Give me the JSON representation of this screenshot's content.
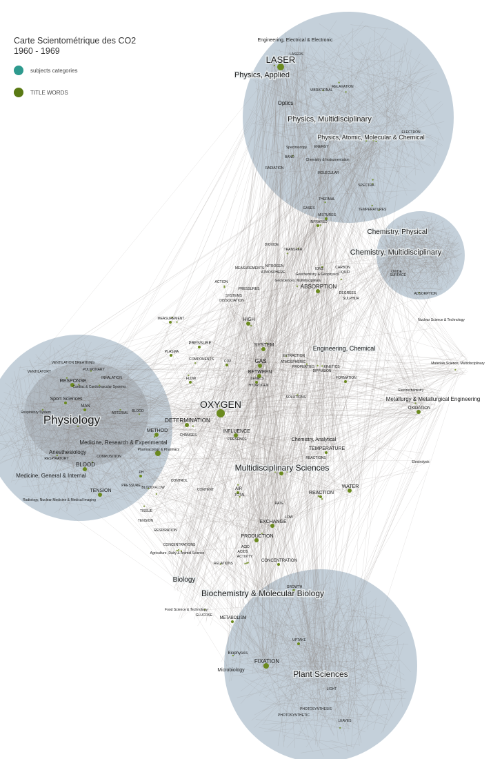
{
  "legend": {
    "title_line1": "Carte Scientométrique des CO2",
    "title_line2": "1960 - 1969",
    "items": [
      {
        "label": "subjects categories",
        "color": "#2e9a8e"
      },
      {
        "label": "TITLE WORDS",
        "color": "#5a7a14"
      }
    ]
  },
  "colors": {
    "cluster_fill": "#b7c6d2",
    "edge": "#8a8580",
    "node": "#6b8a1e"
  },
  "labels": [
    {
      "id": "eng-elec",
      "text": "Engineering, Electrical & Electronic",
      "size": 7
    },
    {
      "id": "lasers",
      "text": "LASERS",
      "size": 5
    },
    {
      "id": "laser",
      "text": "LASER",
      "size": 13
    },
    {
      "id": "phys-applied",
      "text": "Physics, Applied",
      "size": 11
    },
    {
      "id": "vibrational",
      "text": "VIBRATIONAL",
      "size": 5
    },
    {
      "id": "relaxation",
      "text": "RELAXATION",
      "size": 5
    },
    {
      "id": "optics",
      "text": "Optics",
      "size": 8
    },
    {
      "id": "phys-multi",
      "text": "Physics, Multidisciplinary",
      "size": 11
    },
    {
      "id": "electron",
      "text": "ELECTRON",
      "size": 5
    },
    {
      "id": "phys-atomic",
      "text": "Physics, Atomic, Molecular & Chemical",
      "size": 9
    },
    {
      "id": "spectroscopy",
      "text": "Spectroscopy",
      "size": 5
    },
    {
      "id": "energy",
      "text": "ENERGY",
      "size": 5
    },
    {
      "id": "band",
      "text": "BAND",
      "size": 5
    },
    {
      "id": "chem-inst",
      "text": "Chemistry & Instrumentation",
      "size": 5
    },
    {
      "id": "radiation",
      "text": "RADIATION",
      "size": 5
    },
    {
      "id": "molecular",
      "text": "MOLECULAR",
      "size": 5
    },
    {
      "id": "spectra",
      "text": "SPECTRA",
      "size": 5
    },
    {
      "id": "thermal",
      "text": "THERMAL",
      "size": 5
    },
    {
      "id": "gases",
      "text": "GASES",
      "size": 5
    },
    {
      "id": "mixtures",
      "text": "MIXTURES",
      "size": 5
    },
    {
      "id": "temperatures",
      "text": "TEMPERATURES",
      "size": 5
    },
    {
      "id": "infrared",
      "text": "INFRARED",
      "size": 5
    },
    {
      "id": "chem-phys",
      "text": "Chemistry, Physical",
      "size": 10
    },
    {
      "id": "chem-multi",
      "text": "Chemistry, Multidisciplinary",
      "size": 11
    },
    {
      "id": "dioxide",
      "text": "DIOXIDE",
      "size": 5
    },
    {
      "id": "transfer",
      "text": "TRANSFER",
      "size": 5
    },
    {
      "id": "measurements",
      "text": "MEASUREMENTS",
      "size": 5
    },
    {
      "id": "nitrogen",
      "text": "NITROGEN",
      "size": 5
    },
    {
      "id": "atmosphere",
      "text": "ATMOSPHERE",
      "size": 5
    },
    {
      "id": "ions",
      "text": "IONS",
      "size": 5
    },
    {
      "id": "carbon",
      "text": "CARBON",
      "size": 5
    },
    {
      "id": "liquid",
      "text": "LIQUID",
      "size": 5
    },
    {
      "id": "geochem",
      "text": "Geochemistry & Geophysics",
      "size": 5
    },
    {
      "id": "geosciences",
      "text": "Geosciences, Multidisciplinary",
      "size": 5
    },
    {
      "id": "oxide",
      "text": "OXIDE",
      "size": 5
    },
    {
      "id": "surface",
      "text": "SURFACE",
      "size": 5
    },
    {
      "id": "action",
      "text": "ACTION",
      "size": 5
    },
    {
      "id": "pressures",
      "text": "PRESSURES",
      "size": 5
    },
    {
      "id": "absorption",
      "text": "ABSORPTION",
      "size": 8
    },
    {
      "id": "degrees",
      "text": "DEGREES",
      "size": 5
    },
    {
      "id": "sulphur",
      "text": "SULPHUR",
      "size": 5
    },
    {
      "id": "adsorption",
      "text": "ADSORPTION",
      "size": 5
    },
    {
      "id": "systems",
      "text": "SYSTEMS",
      "size": 5
    },
    {
      "id": "dissociation",
      "text": "DISSOCIATION",
      "size": 5
    },
    {
      "id": "nuclear",
      "text": "Nuclear Science & Technology",
      "size": 5
    },
    {
      "id": "measurement",
      "text": "MEASUREMENT",
      "size": 5
    },
    {
      "id": "high",
      "text": "HIGH",
      "size": 7
    },
    {
      "id": "pressure",
      "text": "PRESSURE",
      "size": 6
    },
    {
      "id": "system",
      "text": "SYSTEM",
      "size": 7
    },
    {
      "id": "eng-chem",
      "text": "Engineering, Chemical",
      "size": 9
    },
    {
      "id": "materials",
      "text": "Materials Science, Multidisciplinary",
      "size": 5
    },
    {
      "id": "plasma",
      "text": "PLASMA",
      "size": 5
    },
    {
      "id": "components",
      "text": "COMPONENTS",
      "size": 5
    },
    {
      "id": "co2",
      "text": "CO2",
      "size": 5
    },
    {
      "id": "gas",
      "text": "GAS",
      "size": 8
    },
    {
      "id": "extraction",
      "text": "EXTRACTION",
      "size": 5
    },
    {
      "id": "atmospheric",
      "text": "ATMOSPHERIC",
      "size": 5
    },
    {
      "id": "properties",
      "text": "PROPERTIES",
      "size": 5
    },
    {
      "id": "kinetics",
      "text": "KINETICS",
      "size": 5
    },
    {
      "id": "diffusion",
      "text": "DIFFUSION",
      "size": 5
    },
    {
      "id": "between",
      "text": "BETWEEN",
      "size": 7
    },
    {
      "id": "levels",
      "text": "LEVELS",
      "size": 5
    },
    {
      "id": "hydrogen",
      "text": "HYDROGEN",
      "size": 5
    },
    {
      "id": "flow",
      "text": "FLOW",
      "size": 5
    },
    {
      "id": "formation",
      "text": "FORMATION",
      "size": 5
    },
    {
      "id": "electrochem",
      "text": "Electrochemistry",
      "size": 5
    },
    {
      "id": "solutions",
      "text": "SOLUTIONS",
      "size": 5
    },
    {
      "id": "ventilation-breathing",
      "text": "VENTILATION BREATHING",
      "size": 5
    },
    {
      "id": "ventilatory",
      "text": "VENTILATORY",
      "size": 5
    },
    {
      "id": "pulmonary",
      "text": "PULMONARY",
      "size": 5
    },
    {
      "id": "response",
      "text": "RESPONSE",
      "size": 7
    },
    {
      "id": "inhalation",
      "text": "INHALATION",
      "size": 5
    },
    {
      "id": "cardiac",
      "text": "Cardiac & Cardiovascular Systems",
      "size": 5
    },
    {
      "id": "sport",
      "text": "Sport Sciences",
      "size": 7
    },
    {
      "id": "man",
      "text": "MAN",
      "size": 6
    },
    {
      "id": "respiratory-system",
      "text": "Respiratory System",
      "size": 5
    },
    {
      "id": "arterial",
      "text": "ARTERIAL",
      "size": 5
    },
    {
      "id": "blood-2",
      "text": "BLOOD",
      "size": 5
    },
    {
      "id": "physiology",
      "text": "Physiology",
      "size": 17
    },
    {
      "id": "metallurgy",
      "text": "Metallurgy & Metallurgical Engineering",
      "size": 8
    },
    {
      "id": "oxidation",
      "text": "OXIDATION",
      "size": 6
    },
    {
      "id": "oxygen",
      "text": "OXYGEN",
      "size": 14
    },
    {
      "id": "determination",
      "text": "DETERMINATION",
      "size": 8
    },
    {
      "id": "method",
      "text": "METHOD",
      "size": 7
    },
    {
      "id": "influence",
      "text": "INFLUENCE",
      "size": 7
    },
    {
      "id": "changes",
      "text": "CHANGES",
      "size": 5
    },
    {
      "id": "medicine-research",
      "text": "Medicine, Research & Experimental",
      "size": 8
    },
    {
      "id": "pharmacology",
      "text": "Pharmacology & Pharmacy",
      "size": 5
    },
    {
      "id": "presence",
      "text": "PRESENCE",
      "size": 5
    },
    {
      "id": "chem-analytical",
      "text": "Chemistry, Analytical",
      "size": 7
    },
    {
      "id": "temperature",
      "text": "TEMPERATURE",
      "size": 7
    },
    {
      "id": "anesthesiology",
      "text": "Anesthesiology",
      "size": 8
    },
    {
      "id": "respiratory",
      "text": "RESPIRATORY",
      "size": 5
    },
    {
      "id": "composition",
      "text": "COMPOSITION",
      "size": 5
    },
    {
      "id": "reactions",
      "text": "REACTIONS",
      "size": 5
    },
    {
      "id": "blood",
      "text": "BLOOD",
      "size": 8
    },
    {
      "id": "multi-sciences",
      "text": "Multidisciplinary Sciences",
      "size": 12
    },
    {
      "id": "electrolysis",
      "text": "Electrolysis",
      "size": 5
    },
    {
      "id": "ph",
      "text": "PH",
      "size": 5
    },
    {
      "id": "medicine-general",
      "text": "Medicine, General & Internal",
      "size": 8
    },
    {
      "id": "control",
      "text": "CONTROL",
      "size": 5
    },
    {
      "id": "tension",
      "text": "TENSION",
      "size": 7
    },
    {
      "id": "pressure-2",
      "text": "PRESSURE",
      "size": 5
    },
    {
      "id": "radiology",
      "text": "Radiology, Nuclear Medicine & Medical Imaging",
      "size": 5
    },
    {
      "id": "blood-flow",
      "text": "BLOOD FLOW",
      "size": 5
    },
    {
      "id": "content",
      "text": "CONTENT",
      "size": 5
    },
    {
      "id": "air",
      "text": "AIR",
      "size": 6
    },
    {
      "id": "total",
      "text": "TOTAL",
      "size": 5
    },
    {
      "id": "reaction",
      "text": "REACTION",
      "size": 7
    },
    {
      "id": "water",
      "text": "WATER",
      "size": 7
    },
    {
      "id": "tissue",
      "text": "TISSUE",
      "size": 5
    },
    {
      "id": "tension-2",
      "text": "TENSION",
      "size": 5
    },
    {
      "id": "rate",
      "text": "RATE",
      "size": 5
    },
    {
      "id": "low",
      "text": "LOW",
      "size": 5
    },
    {
      "id": "exchange",
      "text": "EXCHANGE",
      "size": 7
    },
    {
      "id": "respiration",
      "text": "RESPIRATION",
      "size": 5
    },
    {
      "id": "production",
      "text": "PRODUCTION",
      "size": 7
    },
    {
      "id": "concentrations",
      "text": "CONCENTRATIONS",
      "size": 5
    },
    {
      "id": "agriculture",
      "text": "Agriculture, Dairy & Animal Science",
      "size": 5
    },
    {
      "id": "acid",
      "text": "ACID",
      "size": 5
    },
    {
      "id": "acids",
      "text": "ACIDS",
      "size": 5
    },
    {
      "id": "activity",
      "text": "ACTIVITY",
      "size": 5
    },
    {
      "id": "concentration",
      "text": "CONCENTRATION",
      "size": 6
    },
    {
      "id": "relations",
      "text": "RELATIONS",
      "size": 5
    },
    {
      "id": "biology",
      "text": "Biology",
      "size": 10
    },
    {
      "id": "growth",
      "text": "GROWTH",
      "size": 5
    },
    {
      "id": "biochem",
      "text": "Biochemistry & Molecular Biology",
      "size": 12
    },
    {
      "id": "food",
      "text": "Food Science & Technology",
      "size": 5
    },
    {
      "id": "glucose",
      "text": "GLUCOSE",
      "size": 5
    },
    {
      "id": "metabolism",
      "text": "METABOLISM",
      "size": 6
    },
    {
      "id": "uptake",
      "text": "UPTAKE",
      "size": 5
    },
    {
      "id": "biophysics",
      "text": "Biophysics",
      "size": 6
    },
    {
      "id": "fixation",
      "text": "FIXATION",
      "size": 8
    },
    {
      "id": "microbiology",
      "text": "Microbiology",
      "size": 7
    },
    {
      "id": "plant-sciences",
      "text": "Plant Sciences",
      "size": 12
    },
    {
      "id": "light",
      "text": "LIGHT",
      "size": 5
    },
    {
      "id": "photosynthesis",
      "text": "PHOTOSYNTHESIS",
      "size": 5
    },
    {
      "id": "photosynthetic",
      "text": "PHOTOSYNTHETIC",
      "size": 5
    },
    {
      "id": "leaves",
      "text": "LEAVES",
      "size": 5
    }
  ]
}
